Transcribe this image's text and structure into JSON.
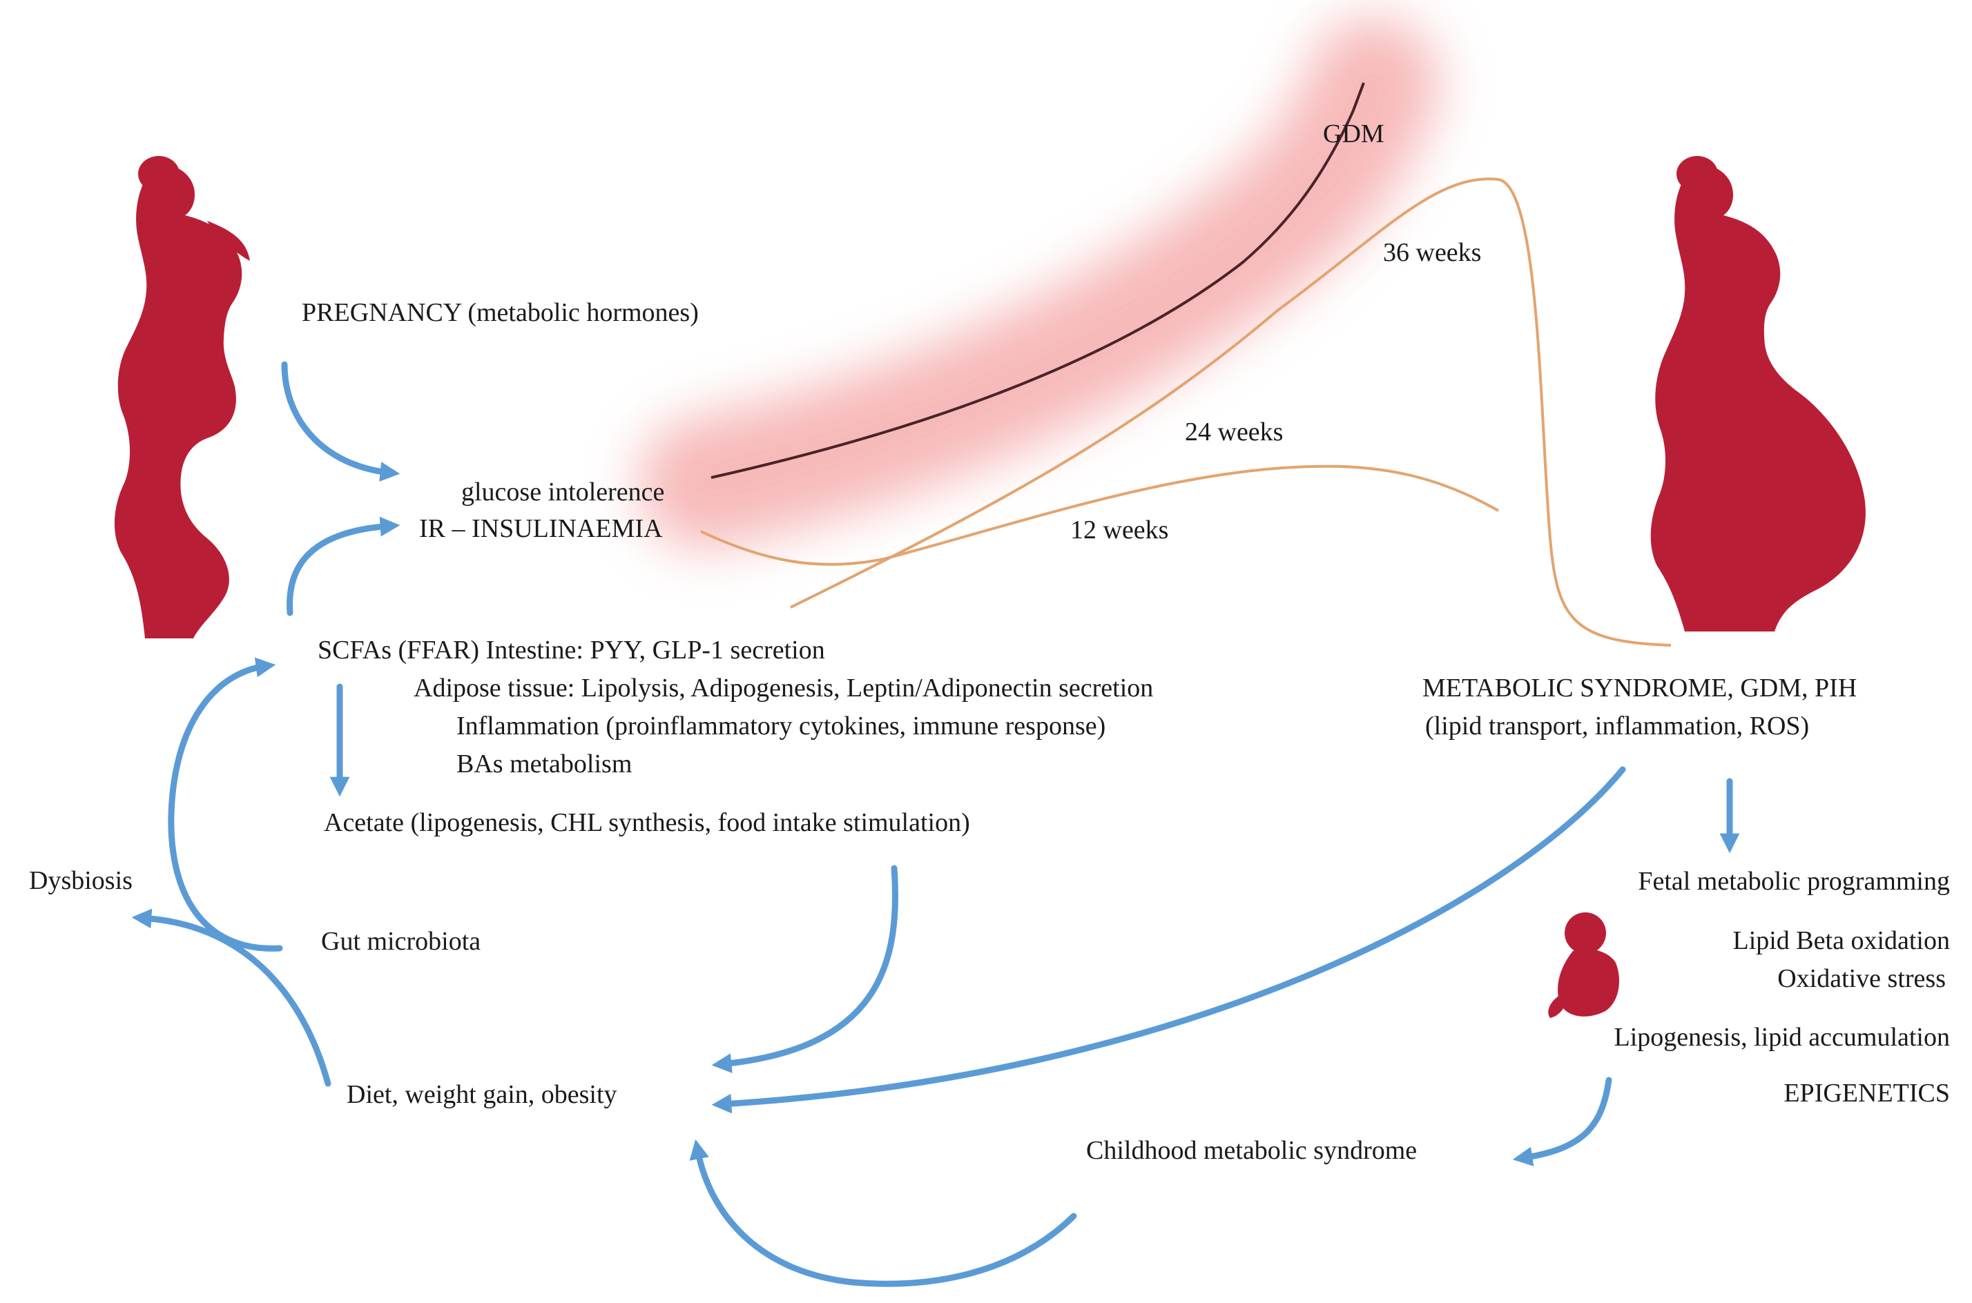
{
  "labels": {
    "pregnancy": "PREGNANCY (metabolic hormones)",
    "glucose_intolerence": "glucose intolerence",
    "ir_insulinaemia": "IR – INSULINAEMIA",
    "gdm_top": "GDM",
    "week_36": "36 weeks",
    "week_24": "24 weeks",
    "week_12": "12 weeks",
    "scfas": "SCFAs (FFAR) Intestine: PYY, GLP-1 secretion",
    "adipose": "Adipose tissue:  Lipolysis, Adipogenesis, Leptin/Adiponectin secretion",
    "inflammation": "Inflammation (proinflammatory cytokines, immune response)",
    "bas": "BAs metabolism",
    "acetate": "Acetate (lipogenesis, CHL synthesis, food intake stimulation)",
    "dysbiosis": "Dysbiosis",
    "gut_microbiota": "Gut microbiota",
    "diet": "Diet, weight gain, obesity",
    "metabolic_syndrome": "METABOLIC SYNDROME, GDM, PIH",
    "lipid_transport": "(lipid transport, inflammation, ROS)",
    "fetal_programming": "Fetal metabolic programming",
    "lipid_beta": "Lipid Beta oxidation",
    "oxidative_stress": "Oxidative stress",
    "lipogenesis": "Lipogenesis, lipid accumulation",
    "epigenetics": "EPIGENETICS",
    "childhood": "Childhood metabolic syndrome"
  },
  "icons": {
    "left_figure": "woman-silhouette-icon",
    "right_figure": "pregnant-woman-silhouette-icon",
    "fetus": "fetus-icon"
  },
  "colors": {
    "silhouette": "#b81f37",
    "arrow": "#5b9bd5",
    "week_curve": "#e2a470",
    "gdm_curve": "#4a2328",
    "gdm_glow": "#f4a3a3",
    "text": "#1a1a1a"
  }
}
